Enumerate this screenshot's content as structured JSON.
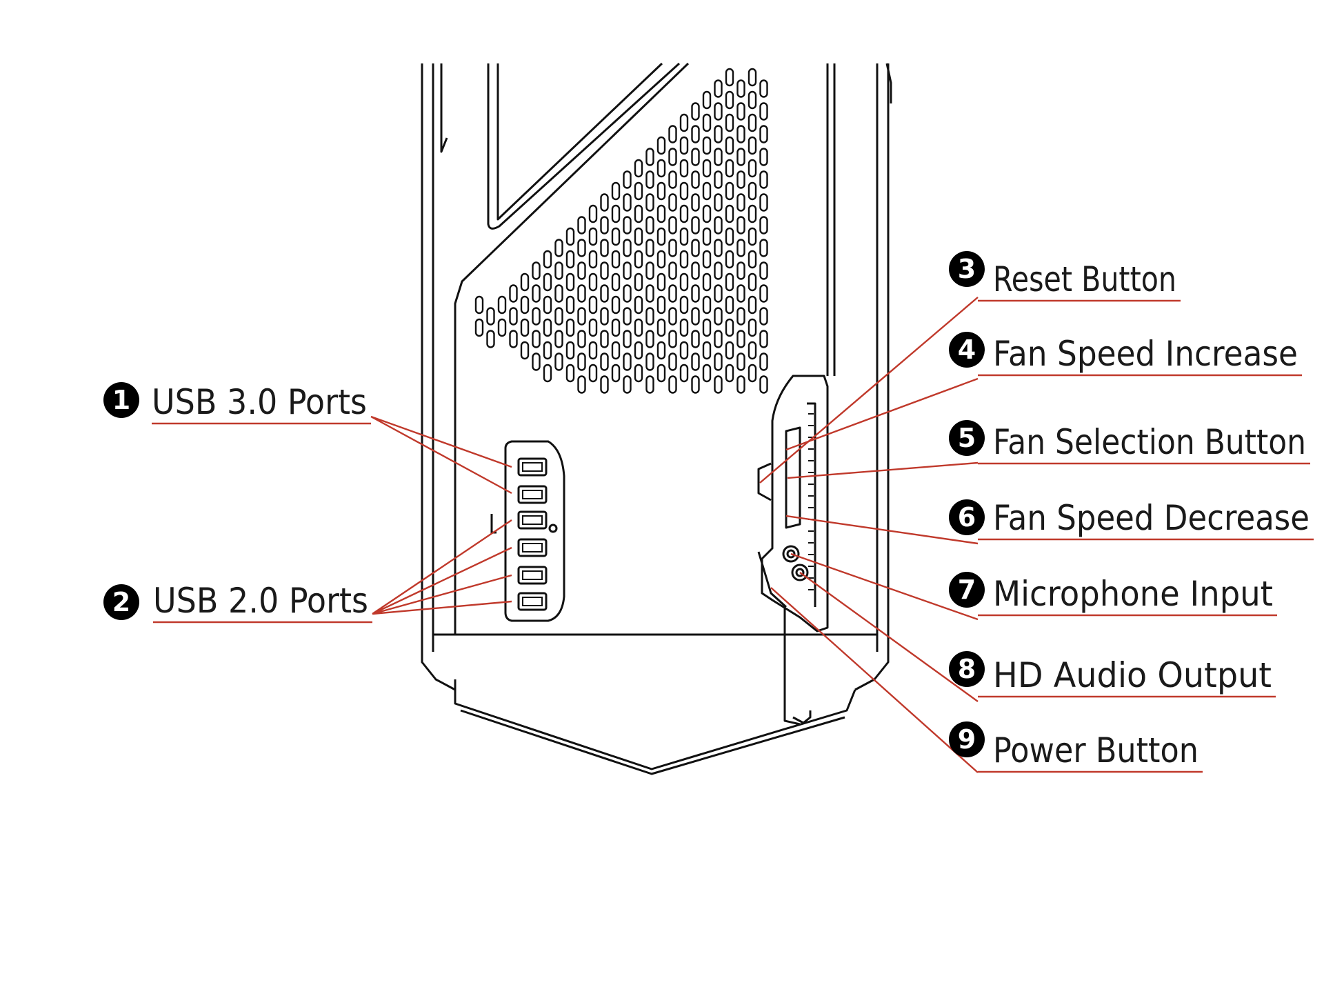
{
  "diagram": {
    "callouts": [
      {
        "number": "1",
        "label": "USB 3.0 Ports"
      },
      {
        "number": "2",
        "label": "USB 2.0 Ports"
      },
      {
        "number": "3",
        "label": "Reset Button"
      },
      {
        "number": "4",
        "label": "Fan Speed Increase"
      },
      {
        "number": "5",
        "label": "Fan Selection Button"
      },
      {
        "number": "6",
        "label": "Fan Speed Decrease"
      },
      {
        "number": "7",
        "label": "Microphone Input"
      },
      {
        "number": "8",
        "label": "HD Audio Output"
      },
      {
        "number": "9",
        "label": "Power Button"
      }
    ]
  },
  "colors": {
    "leader_line": "#c0392b",
    "outline": "#111111",
    "marker_fill": "#000000",
    "marker_text": "#ffffff",
    "label_text": "#1a1a1a"
  }
}
